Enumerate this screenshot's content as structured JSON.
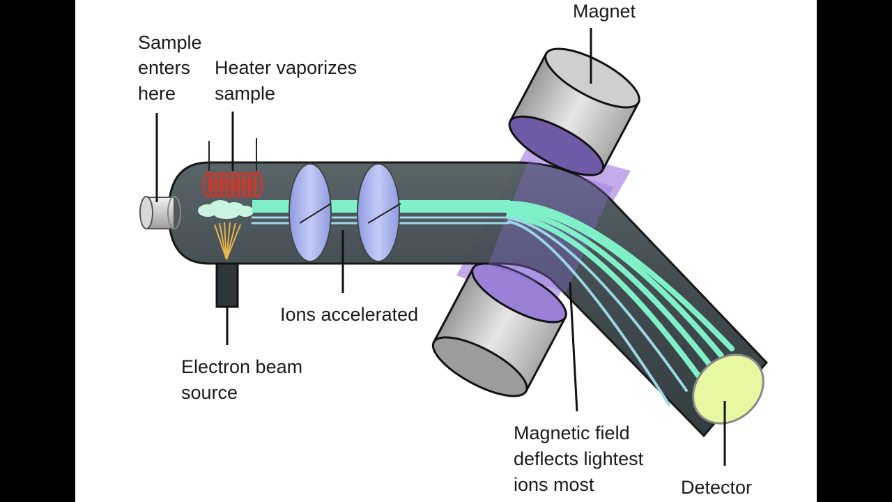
{
  "labels": {
    "sample_enters": [
      "Sample",
      "enters",
      "here"
    ],
    "heater": [
      "Heater vaporizes",
      "sample"
    ],
    "magnet": "Magnet",
    "ions_accelerated": "Ions accelerated",
    "electron_beam": [
      "Electron beam",
      "source"
    ],
    "magnetic_field": [
      "Magnetic field",
      "deflects lightest",
      "ions most"
    ],
    "detector": "Detector"
  },
  "colors": {
    "tube": "#3f4a4e",
    "beam": "#7ff0c8",
    "plate": "#a9b4f0",
    "magnet_field": "#b79be8",
    "coil": "#c83a2e",
    "detector": "#e8f7a2",
    "electrons": "#e6b64a"
  }
}
